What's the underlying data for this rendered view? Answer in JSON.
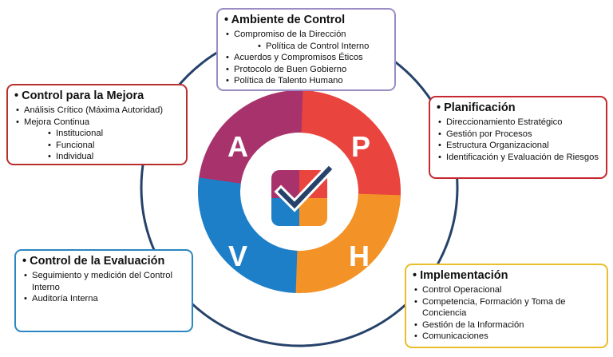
{
  "cycle": {
    "letters": {
      "a": "A",
      "p": "P",
      "h": "H",
      "v": "V"
    },
    "colors": {
      "a": "#a8336c",
      "p": "#e9443d",
      "h": "#f39327",
      "v": "#1e7fc9",
      "circle": "#26426a",
      "check": "#ffffff"
    }
  },
  "boxes": {
    "ambiente": {
      "title": "Ambiente de Control",
      "items": [
        "Compromiso de la Dirección",
        "Política de Control Interno",
        "Acuerdos y Compromisos Éticos",
        "Protocolo de Buen Gobierno",
        "Política de Talento Humano"
      ]
    },
    "mejora": {
      "title": "Control para la Mejora",
      "items": [
        "Análisis Crítico (Máxima Autoridad)",
        "Mejora Continua",
        "Institucional",
        "Funcional",
        "Individual"
      ]
    },
    "planificacion": {
      "title": "Planificación",
      "items": [
        "Direccionamiento Estratégico",
        "Gestión por Procesos",
        "Estructura Organizacional",
        "Identificación y Evaluación de Riesgos"
      ]
    },
    "evaluacion": {
      "title": "Control de la Evaluación",
      "items": [
        "Seguimiento y medición del Control Interno",
        "Auditoría Interna"
      ]
    },
    "implementacion": {
      "title": "Implementación",
      "items": [
        "Control Operacional",
        "Competencia, Formación y Toma de Conciencia",
        "Gestión de la Información",
        "Comunicaciones"
      ]
    }
  }
}
